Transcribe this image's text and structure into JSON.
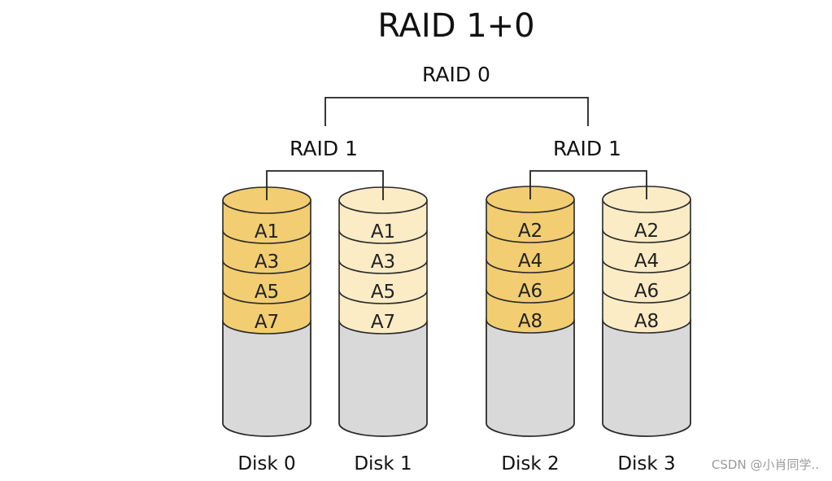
{
  "title": "RAID 1+0",
  "raid0_label": "RAID 0",
  "mirrors": [
    {
      "label": "RAID 1",
      "disks": [
        {
          "name": "Disk 0",
          "blocks": [
            "A1",
            "A3",
            "A5",
            "A7"
          ],
          "role": "primary"
        },
        {
          "name": "Disk 1",
          "blocks": [
            "A1",
            "A3",
            "A5",
            "A7"
          ],
          "role": "mirror"
        }
      ]
    },
    {
      "label": "RAID 1",
      "disks": [
        {
          "name": "Disk 2",
          "blocks": [
            "A2",
            "A4",
            "A6",
            "A8"
          ],
          "role": "primary"
        },
        {
          "name": "Disk 3",
          "blocks": [
            "A2",
            "A4",
            "A6",
            "A8"
          ],
          "role": "mirror"
        }
      ]
    }
  ],
  "colors": {
    "primary": "#f2cd72",
    "mirror": "#fbecc6",
    "empty": "#d9d9d9",
    "stroke": "#2a2a2a"
  },
  "watermark": "CSDN @小肖同学.."
}
